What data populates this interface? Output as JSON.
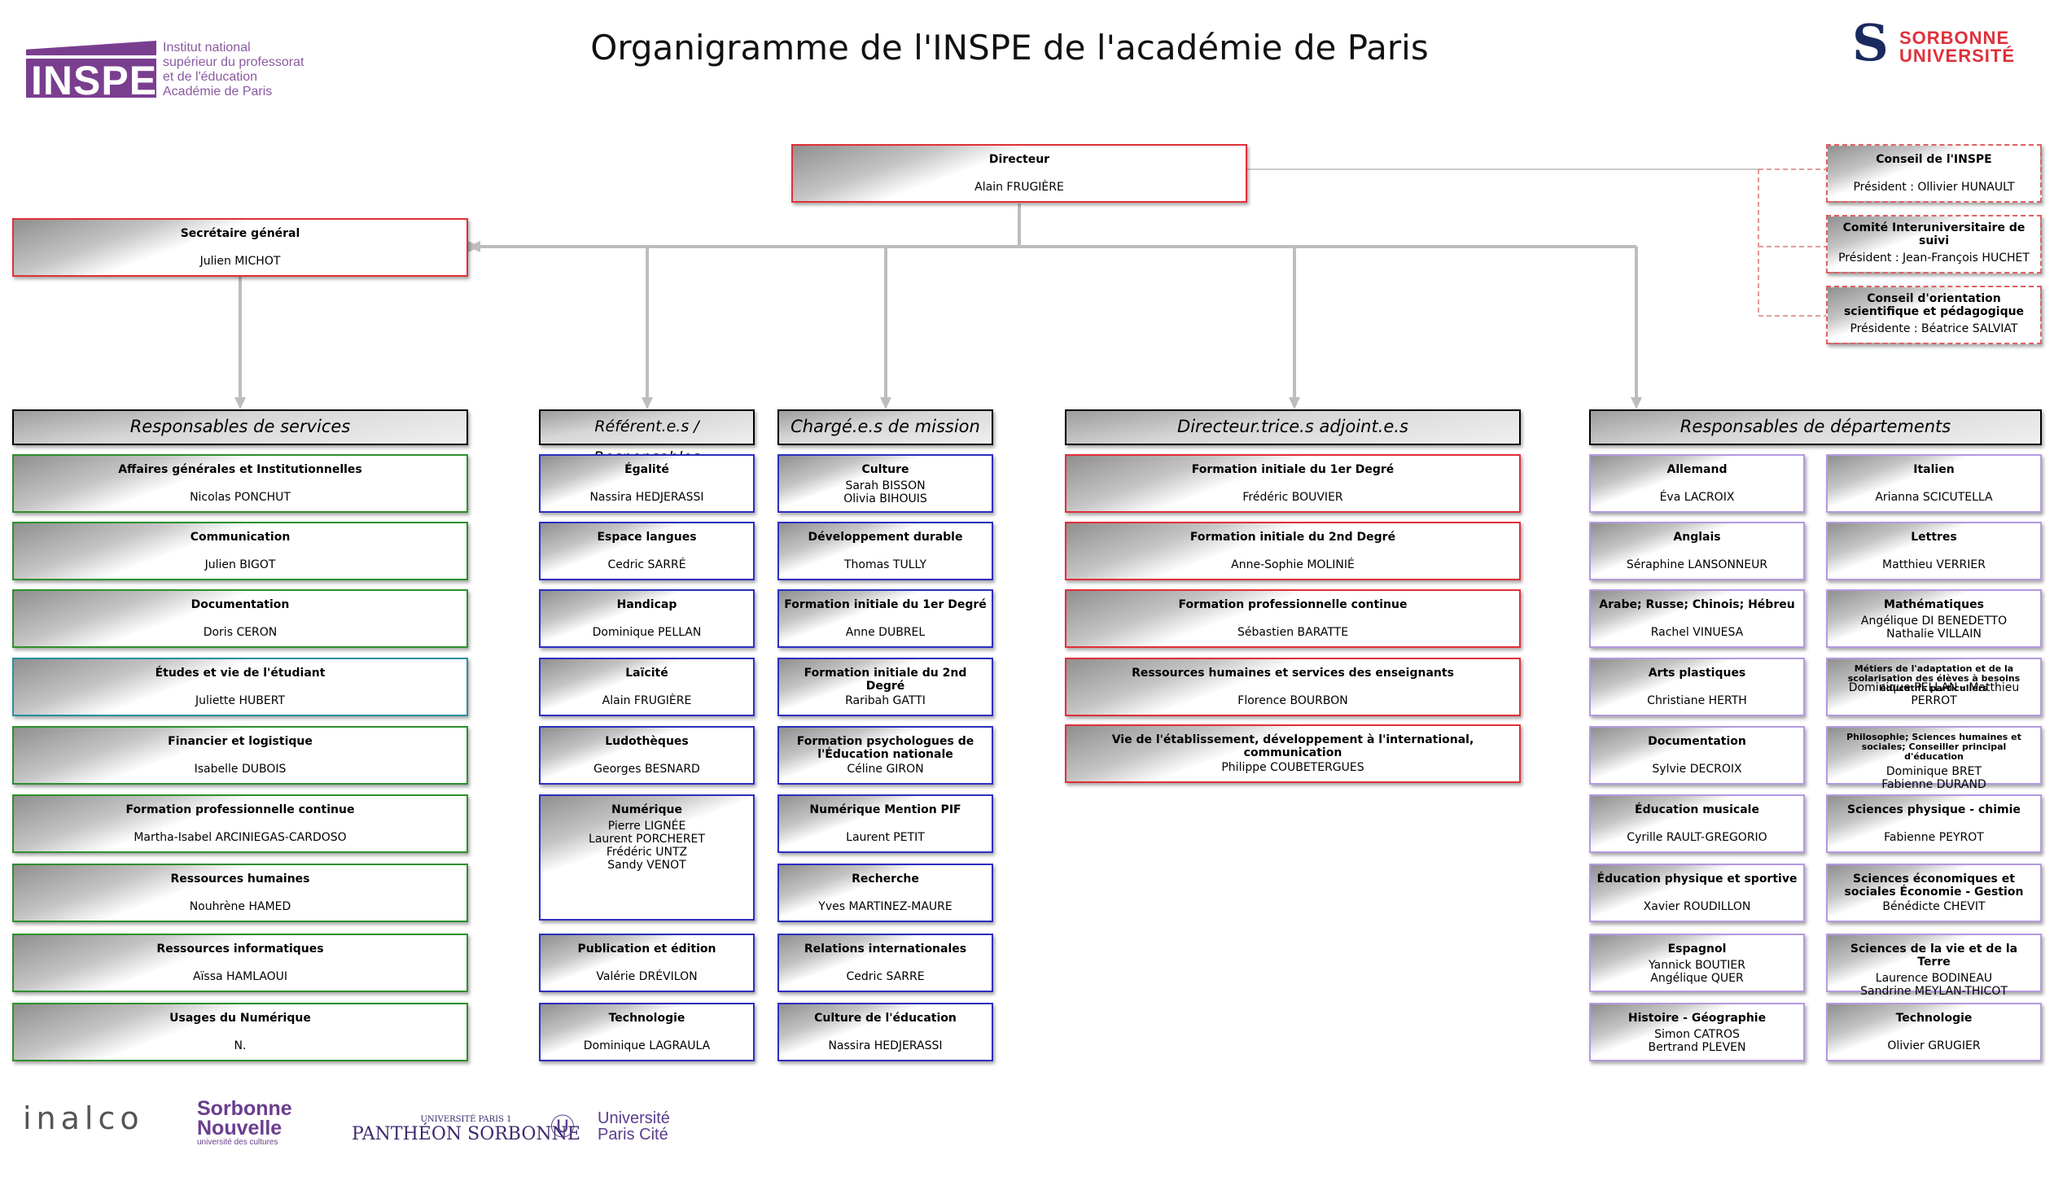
{
  "title": "Organigramme de l'INSPE de l'académie de Paris",
  "logos": {
    "inspe_word": "INSPE",
    "inspe_lines": [
      "Institut national",
      "supérieur du professorat",
      "et de l'éducation",
      "Académie de Paris"
    ],
    "sorbonne_lines": [
      "SORBONNE",
      "UNIVERSITÉ"
    ],
    "inalco": "inalco",
    "sorbonne_nouvelle_1": "Sorbonne",
    "sorbonne_nouvelle_2": "Nouvelle",
    "sorbonne_nouvelle_sub": "université des cultures",
    "pantheon_1": "UNIVERSITÉ PARIS 1",
    "pantheon_2": "PANTHÉON SORBONNE",
    "upc_1": "Université",
    "upc_2": "Paris Cité"
  },
  "top": {
    "director": {
      "title": "Directeur",
      "name": "Alain FRUGIÈRE"
    },
    "secretary": {
      "title": "Secrétaire général",
      "name": "Julien MICHOT"
    },
    "councils": [
      {
        "title": "Conseil de l'INSPE",
        "name": "Président : Ollivier HUNAULT"
      },
      {
        "title": "Comité Interuniversitaire de suivi",
        "name": "Président : Jean-François HUCHET"
      },
      {
        "title": "Conseil d'orientation scientifique et pédagogique",
        "name": "Présidente : Béatrice SALVIAT"
      }
    ]
  },
  "columns": {
    "services": {
      "header": "Responsables de services",
      "items": [
        {
          "title": "Affaires générales et Institutionnelles",
          "name": "Nicolas PONCHUT"
        },
        {
          "title": "Communication",
          "name": "Julien BIGOT"
        },
        {
          "title": "Documentation",
          "name": "Doris CERON"
        },
        {
          "title": "Études et vie de l'étudiant",
          "name": "Juliette HUBERT"
        },
        {
          "title": "Financier et logistique",
          "name": "Isabelle DUBOIS"
        },
        {
          "title": "Formation professionnelle continue",
          "name": "Martha-Isabel ARCINIEGAS-CARDOSO"
        },
        {
          "title": "Ressources humaines",
          "name": "Nouhrène HAMED"
        },
        {
          "title": "Ressources informatiques",
          "name": "Aïssa HAMLAOUI"
        },
        {
          "title": "Usages du Numérique",
          "name": "N."
        }
      ]
    },
    "referents": {
      "header": "Référent.e.s / Responsables",
      "items": [
        {
          "title": "Égalité",
          "name": "Nassira HEDJERASSI"
        },
        {
          "title": "Espace langues",
          "name": "Cedric SARRÉ"
        },
        {
          "title": "Handicap",
          "name": "Dominique PELLAN"
        },
        {
          "title": "Laïcité",
          "name": "Alain FRUGIÈRE"
        },
        {
          "title": "Ludothèques",
          "name": "Georges BESNARD"
        },
        {
          "title": "Numérique",
          "name": "Pierre LIGNÉE\nLaurent PORCHERET\nFrédéric UNTZ\nSandy VENOT"
        },
        {
          "title": "Publication et édition",
          "name": "Valérie DRÉVILON"
        },
        {
          "title": "Technologie",
          "name": "Dominique LAGRAULA"
        }
      ]
    },
    "missions": {
      "header": "Chargé.e.s de mission",
      "items": [
        {
          "title": "Culture",
          "name": "Sarah BISSON\nOlivia BIHOUIS"
        },
        {
          "title": "Développement durable",
          "name": "Thomas TULLY"
        },
        {
          "title": "Formation initiale du 1er Degré",
          "name": "Anne DUBREL"
        },
        {
          "title": "Formation initiale du 2nd Degré",
          "name": "Raribah GATTI"
        },
        {
          "title": "Formation psychologues de l'Éducation nationale",
          "name": "Céline GIRON"
        },
        {
          "title": "Numérique Mention PIF",
          "name": "Laurent PETIT"
        },
        {
          "title": "Recherche",
          "name": "Yves MARTINEZ-MAURE"
        },
        {
          "title": "Relations internationales",
          "name": "Cedric SARRE"
        },
        {
          "title": "Culture de l'éducation",
          "name": "Nassira HEDJERASSI"
        }
      ]
    },
    "adjoints": {
      "header": "Directeur.trice.s adjoint.e.s",
      "items": [
        {
          "title": "Formation initiale du 1er Degré",
          "name": "Frédéric BOUVIER"
        },
        {
          "title": "Formation initiale du 2nd Degré",
          "name": "Anne-Sophie MOLINIÉ"
        },
        {
          "title": "Formation professionnelle continue",
          "name": "Sébastien BARATTE"
        },
        {
          "title": "Ressources humaines et services des enseignants",
          "name": "Florence BOURBON"
        },
        {
          "title": "Vie de l'établissement, développement à l'international, communication",
          "name": "Philippe COUBETERGUES"
        }
      ]
    },
    "departements": {
      "header": "Responsables de départements",
      "left": [
        {
          "title": "Allemand",
          "name": "Éva LACROIX"
        },
        {
          "title": "Anglais",
          "name": "Séraphine LANSONNEUR"
        },
        {
          "title": "Arabe; Russe; Chinois; Hébreu",
          "name": "Rachel VINUESA"
        },
        {
          "title": "Arts plastiques",
          "name": "Christiane HERTH"
        },
        {
          "title": "Documentation",
          "name": "Sylvie DECROIX"
        },
        {
          "title": "Éducation musicale",
          "name": "Cyrille RAULT-GREGORIO"
        },
        {
          "title": "Éducation physique et sportive",
          "name": "Xavier ROUDILLON"
        },
        {
          "title": "Espagnol",
          "name": "Yannick BOUTIER\nAngélique QUER"
        },
        {
          "title": "Histoire - Géographie",
          "name": "Simon CATROS\nBertrand PLEVEN"
        }
      ],
      "right": [
        {
          "title": "Italien",
          "name": "Arianna SCICUTELLA"
        },
        {
          "title": "Lettres",
          "name": "Matthieu VERRIER"
        },
        {
          "title": "Mathématiques",
          "name": "Angélique DI BENEDETTO\nNathalie VILLAIN"
        },
        {
          "title": "Métiers de l'adaptation et de la scolarisation des élèves à besoins éducatifs particuliers",
          "name": "Dominique PELLAN - Matthieu PERROT"
        },
        {
          "title": "Philosophie; Sciences humaines et sociales; Conseiller principal d'éducation",
          "name": "Dominique BRET\nFabienne DURAND"
        },
        {
          "title": "Sciences physique - chimie",
          "name": "Fabienne PEYROT"
        },
        {
          "title": "Sciences économiques et sociales Économie - Gestion",
          "name": "Bénédicte CHEVIT"
        },
        {
          "title": "Sciences de la vie et de la Terre",
          "name": "Laurence BODINEAU\nSandrine MEYLAN-THICOT"
        },
        {
          "title": "Technologie",
          "name": "Olivier GRUGIER"
        }
      ]
    }
  }
}
